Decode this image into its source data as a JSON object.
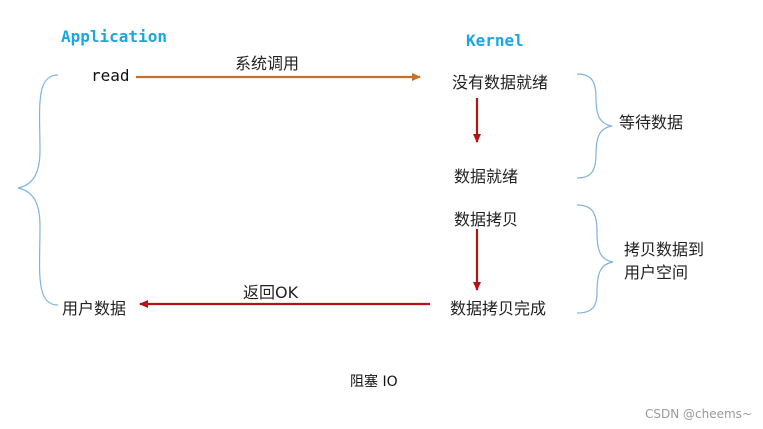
{
  "columns": {
    "application": "Application",
    "kernel": "Kernel"
  },
  "app": {
    "read": "read",
    "user_data": "用户数据"
  },
  "arrows": {
    "syscall": "系统调用",
    "return_ok": "返回OK"
  },
  "kernel": {
    "no_data_ready": "没有数据就绪",
    "data_ready": "数据就绪",
    "data_copy": "数据拷贝",
    "copy_done": "数据拷贝完成"
  },
  "phases": {
    "wait_data": "等待数据",
    "copy_line1": "拷贝数据到",
    "copy_line2": "用户空间"
  },
  "caption": "阻塞 IO",
  "watermark": "CSDN @cheems~",
  "colors": {
    "title_blue": "#1aa7e0",
    "syscall_arrow": "#c8702a",
    "red_arrow": "#b41414",
    "brace": "#7fb3e0"
  }
}
